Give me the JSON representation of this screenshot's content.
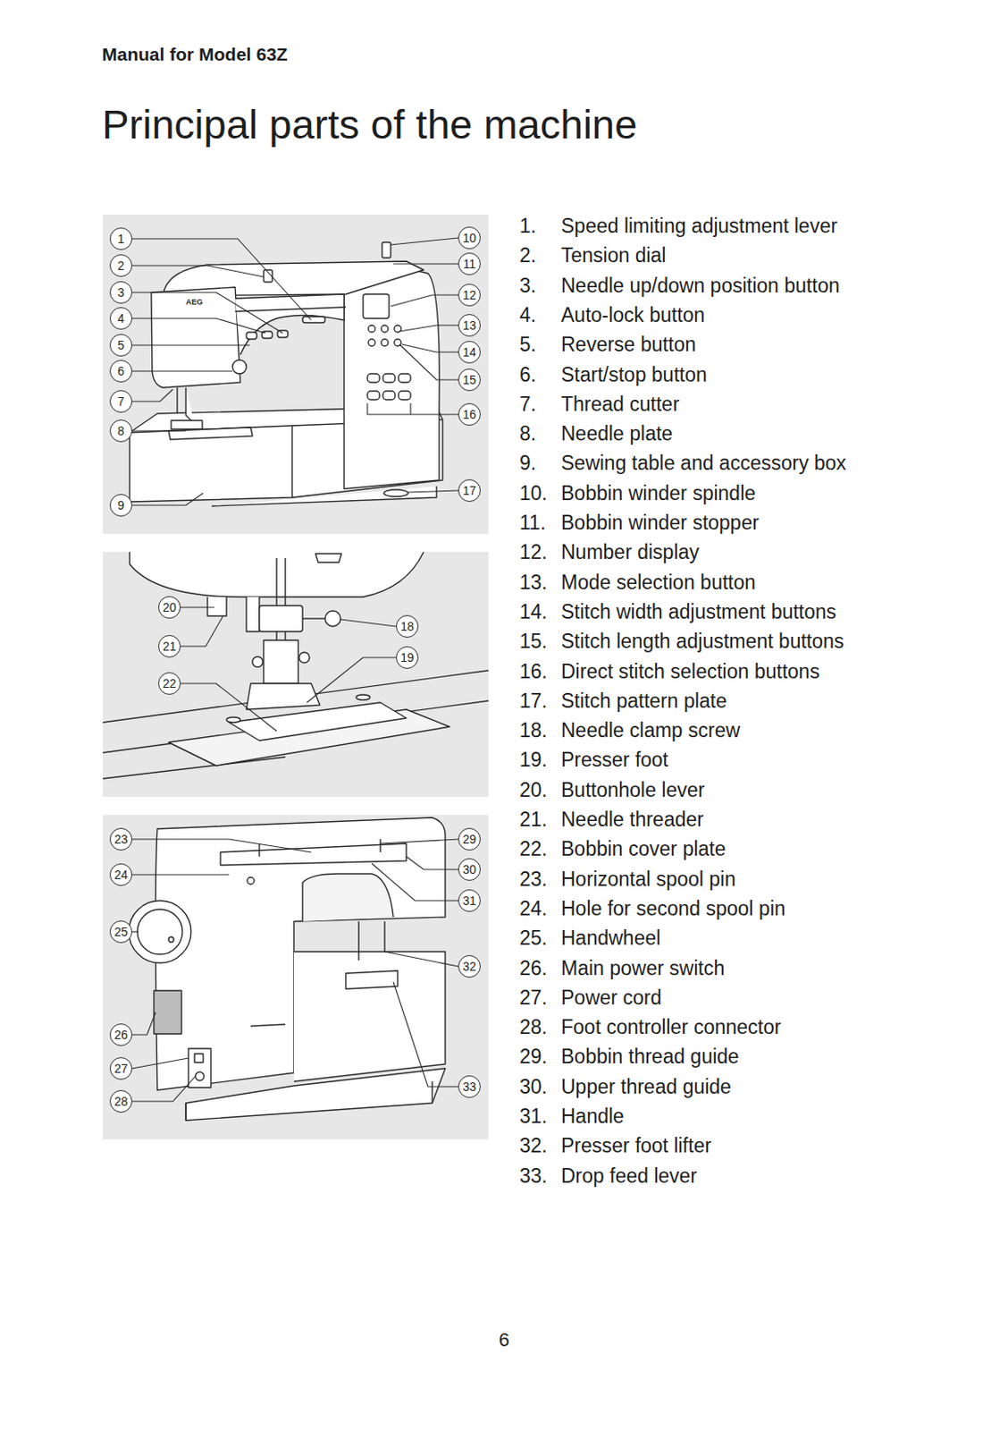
{
  "diagram": {
    "title": "Principal parts of the machine",
    "nodes": [
      {
        "text": [
          "1"
        ]
      },
      {
        "text": [
          "2"
        ]
      },
      {
        "text": [
          "3"
        ]
      },
      {
        "text": [
          "4"
        ]
      },
      {
        "text": [
          "5"
        ]
      },
      {
        "text": [
          "6"
        ]
      },
      {
        "text": [
          "7"
        ]
      },
      {
        "text": [
          "8"
        ]
      },
      {
        "text": [
          "9"
        ]
      },
      {
        "text": [
          "10"
        ]
      },
      {
        "text": [
          "11"
        ]
      },
      {
        "text": [
          "12"
        ]
      },
      {
        "text": [
          "13"
        ]
      },
      {
        "text": [
          "14"
        ]
      },
      {
        "text": [
          "15"
        ]
      },
      {
        "text": [
          "16"
        ]
      },
      {
        "text": [
          "17"
        ]
      },
      {
        "text": [
          "18"
        ]
      },
      {
        "text": [
          "19"
        ]
      },
      {
        "text": [
          "20"
        ]
      },
      {
        "text": [
          "21"
        ]
      },
      {
        "text": [
          "22"
        ]
      },
      {
        "text": [
          "23"
        ]
      },
      {
        "text": [
          "24"
        ]
      },
      {
        "text": [
          "25"
        ]
      },
      {
        "text": [
          "26"
        ]
      },
      {
        "text": [
          "27"
        ]
      },
      {
        "text": [
          "28"
        ]
      },
      {
        "text": [
          "29"
        ]
      },
      {
        "text": [
          "30"
        ]
      },
      {
        "text": [
          "31"
        ]
      },
      {
        "text": [
          "32"
        ]
      },
      {
        "text": [
          "33"
        ]
      }
    ],
    "labels": [
      "Manual for Model 63Z",
      "1.",
      "Speed limiting adjustment lever",
      "2.",
      "Tension dial",
      "3.",
      "Needle up/down position button",
      "4.",
      "Auto-lock button",
      "5.",
      "Reverse button",
      "6.",
      "Start/stop button",
      "7.",
      "Thread cutter",
      "8.",
      "Needle plate",
      "9.",
      "Sewing table and accessory box",
      "10.",
      "Bobbin winder spindle",
      "11.",
      "Bobbin winder stopper",
      "12.",
      "Number display",
      "13.",
      "Mode selection button",
      "14.",
      "Stitch width adjustment buttons",
      "15.",
      "Stitch length adjustment buttons",
      "16.",
      "Direct stitch selection buttons",
      "17.",
      "Stitch pattern plate",
      "18.",
      "Needle clamp screw",
      "19.",
      "Presser foot",
      "20.",
      "Buttonhole lever",
      "21.",
      "Needle threader",
      "22.",
      "Bobbin cover plate",
      "23.",
      "Horizontal spool pin",
      "24.",
      "Hole for second spool pin",
      "25.",
      "Handwheel",
      "26.",
      "Main power switch",
      "27.",
      "Power cord",
      "28.",
      "Foot controller connector",
      "29.",
      "Bobbin thread guide",
      "30.",
      "Upper thread guide",
      "31.",
      "Handle",
      "32.",
      "Presser foot lifter",
      "33.",
      "Drop feed lever",
      "6"
    ]
  }
}
